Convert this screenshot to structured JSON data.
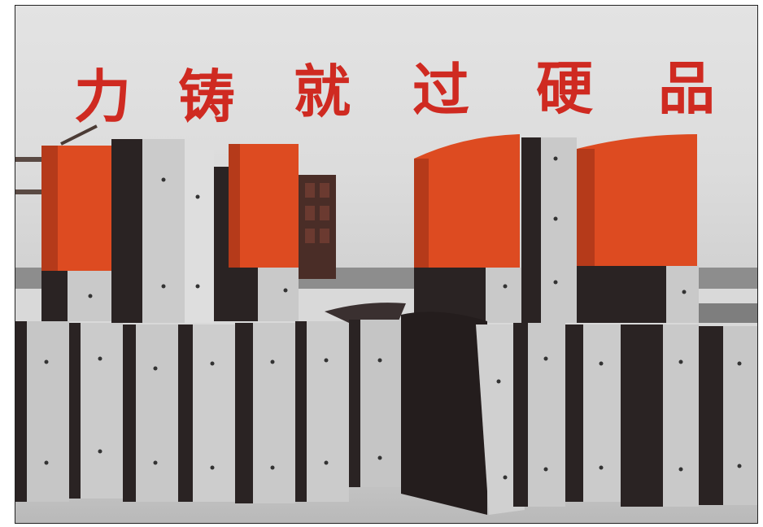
{
  "photo": {
    "slogan_chars": [
      "力",
      "铸",
      "就",
      "过",
      "硬",
      "品"
    ],
    "colors": {
      "wall": "#dedede",
      "slogan_red": "#cf2a21",
      "orange_paint": "#dd4b21",
      "steel_gray": "#c8c8c8",
      "dark_steel": "#2a2323",
      "floor": "#c2c2c2"
    }
  }
}
